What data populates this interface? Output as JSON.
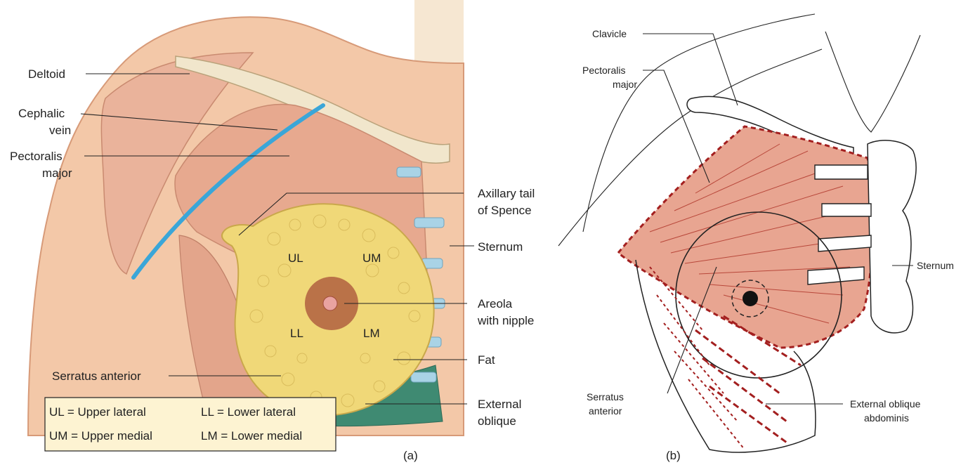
{
  "panel_a": {
    "caption": "(a)",
    "labels": {
      "deltoid": "Deltoid",
      "cephalic_vein_1": "Cephalic",
      "cephalic_vein_2": "vein",
      "pectoralis_major_1": "Pectoralis",
      "pectoralis_major_2": "major",
      "axillary_tail_1": "Axillary tail",
      "axillary_tail_2": "of Spence",
      "sternum": "Sternum",
      "areola_1": "Areola",
      "areola_2": "with nipple",
      "fat": "Fat",
      "external_oblique_1": "External",
      "external_oblique_2": "oblique",
      "serratus_anterior": "Serratus anterior"
    },
    "quadrants": {
      "ul": "UL",
      "um": "UM",
      "ll": "LL",
      "lm": "LM"
    },
    "legend": {
      "row1_left": "UL =  Upper lateral",
      "row1_right": "LL  =  Lower lateral",
      "row2_left": "UM =  Upper medial",
      "row2_right": "LM  =  Lower medial"
    }
  },
  "panel_b": {
    "caption": "(b)",
    "labels": {
      "clavicle": "Clavicle",
      "pectoralis_major_1": "Pectoralis",
      "pectoralis_major_2": "major",
      "sternum": "Sternum",
      "serratus_anterior_1": "Serratus",
      "serratus_anterior_2": "anterior",
      "external_oblique_1": "External oblique",
      "external_oblique_2": "abdominis"
    }
  },
  "colors": {
    "skin": "#f3c8a8",
    "muscle": "#e7a98f",
    "bone": "#f1e6cc",
    "fat": "#f0d878",
    "vein": "#3aa6d8",
    "cartilage": "#a9d3e6",
    "oblique": "#3f8a72",
    "areola": "#b0603f",
    "legend_bg": "#fdf3d2",
    "pec_fill_b": "#e8a591",
    "dash_red": "#a31f1f"
  }
}
